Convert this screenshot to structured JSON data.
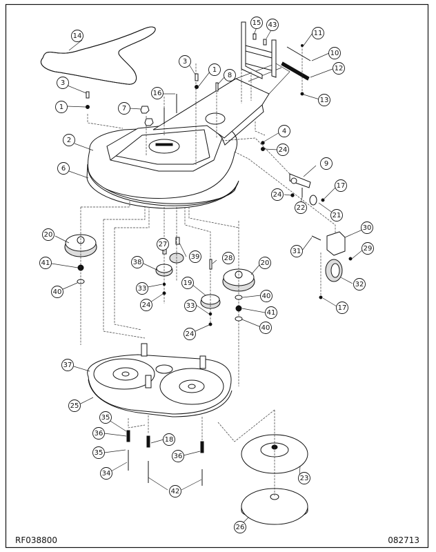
{
  "diagram": {
    "type": "exploded-parts-view",
    "subject": "mower deck belt drive and pulley assembly",
    "figure_id": "RF038800",
    "date_code": "082713",
    "callouts": [
      {
        "id": "c14",
        "label": "14",
        "part": "drive belt"
      },
      {
        "id": "c3a",
        "label": "3",
        "part": "bolt"
      },
      {
        "id": "c1a",
        "label": "1",
        "part": "nut"
      },
      {
        "id": "c3b",
        "label": "3",
        "part": "bolt"
      },
      {
        "id": "c1b",
        "label": "1",
        "part": "nut"
      },
      {
        "id": "c16",
        "label": "16",
        "part": "stud"
      },
      {
        "id": "c7",
        "label": "7",
        "part": "nut"
      },
      {
        "id": "c8",
        "label": "8",
        "part": "bolt"
      },
      {
        "id": "c2",
        "label": "2",
        "part": "upper deck cover"
      },
      {
        "id": "c6",
        "label": "6",
        "part": "deck housing"
      },
      {
        "id": "c15",
        "label": "15",
        "part": "bolt"
      },
      {
        "id": "c43",
        "label": "43",
        "part": "bolt"
      },
      {
        "id": "c11",
        "label": "11",
        "part": "screw"
      },
      {
        "id": "c10",
        "label": "10",
        "part": "strip"
      },
      {
        "id": "c12",
        "label": "12",
        "part": "brush strip"
      },
      {
        "id": "c13",
        "label": "13",
        "part": "nut"
      },
      {
        "id": "c4",
        "label": "4",
        "part": "washer"
      },
      {
        "id": "c24a",
        "label": "24",
        "part": "nut"
      },
      {
        "id": "c9",
        "label": "9",
        "part": "wheel bracket"
      },
      {
        "id": "c24b",
        "label": "24",
        "part": "nut"
      },
      {
        "id": "c22",
        "label": "22",
        "part": "spacer"
      },
      {
        "id": "c21",
        "label": "21",
        "part": "roller"
      },
      {
        "id": "c17a",
        "label": "17",
        "part": "nut"
      },
      {
        "id": "c20a",
        "label": "20",
        "part": "spindle pulley"
      },
      {
        "id": "c41a",
        "label": "41",
        "part": "nut"
      },
      {
        "id": "c40a",
        "label": "40",
        "part": "washer"
      },
      {
        "id": "c27",
        "label": "27",
        "part": "spacer"
      },
      {
        "id": "c39",
        "label": "39",
        "part": "spacer"
      },
      {
        "id": "c38",
        "label": "38",
        "part": "idler pulley"
      },
      {
        "id": "c33a",
        "label": "33",
        "part": "washer"
      },
      {
        "id": "c24c",
        "label": "24",
        "part": "nut"
      },
      {
        "id": "c28",
        "label": "28",
        "part": "bolt"
      },
      {
        "id": "c19",
        "label": "19",
        "part": "idler pulley"
      },
      {
        "id": "c33b",
        "label": "33",
        "part": "washer"
      },
      {
        "id": "c24d",
        "label": "24",
        "part": "nut"
      },
      {
        "id": "c20b",
        "label": "20",
        "part": "spindle pulley"
      },
      {
        "id": "c40b",
        "label": "40",
        "part": "washer"
      },
      {
        "id": "c41b",
        "label": "41",
        "part": "nut"
      },
      {
        "id": "c40c",
        "label": "40",
        "part": "washer"
      },
      {
        "id": "c30",
        "label": "30",
        "part": "caster bracket"
      },
      {
        "id": "c31",
        "label": "31",
        "part": "axle bolt"
      },
      {
        "id": "c29",
        "label": "29",
        "part": "nut"
      },
      {
        "id": "c32",
        "label": "32",
        "part": "gauge wheel"
      },
      {
        "id": "c17b",
        "label": "17",
        "part": "nut"
      },
      {
        "id": "c37",
        "label": "37",
        "part": "spindle housing plate"
      },
      {
        "id": "c25",
        "label": "25",
        "part": "lower deck"
      },
      {
        "id": "c35a",
        "label": "35",
        "part": "bushing"
      },
      {
        "id": "c36a",
        "label": "36",
        "part": "spring"
      },
      {
        "id": "c35b",
        "label": "35",
        "part": "bushing"
      },
      {
        "id": "c34",
        "label": "34",
        "part": "shaft"
      },
      {
        "id": "c18",
        "label": "18",
        "part": "spring"
      },
      {
        "id": "c36b",
        "label": "36",
        "part": "spring"
      },
      {
        "id": "c42",
        "label": "42",
        "part": "shaft"
      },
      {
        "id": "c23",
        "label": "23",
        "part": "blade disc"
      },
      {
        "id": "c26",
        "label": "26",
        "part": "disc cover"
      }
    ]
  }
}
